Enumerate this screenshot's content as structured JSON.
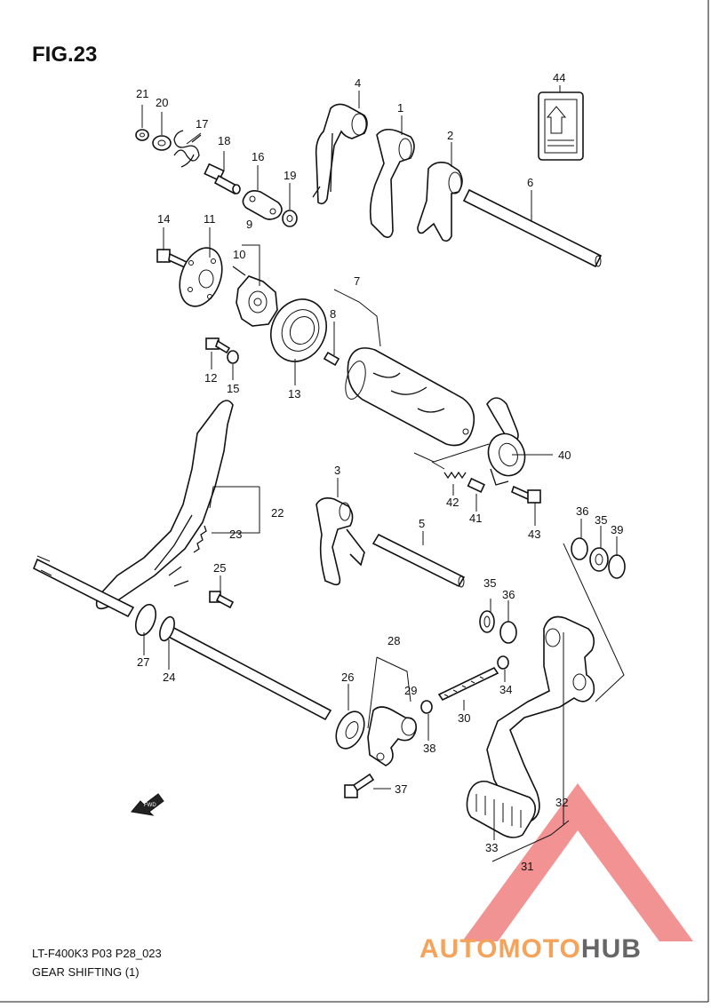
{
  "figure": {
    "title": "FIG.23"
  },
  "footer": {
    "code": "LT-F400K3 P03 P28_023",
    "caption": "GEAR SHIFTING (1)"
  },
  "watermark": {
    "part1": "AUTOMOTO",
    "part2": "HUB",
    "accent_color": "#f08080",
    "text_accent": "#f5a35a",
    "text_gray": "#666666"
  },
  "arrow_badge": {
    "text": "FWD"
  },
  "callouts": [
    "1",
    "2",
    "3",
    "4",
    "5",
    "6",
    "7",
    "8",
    "9",
    "10",
    "11",
    "12",
    "13",
    "14",
    "15",
    "16",
    "17",
    "18",
    "19",
    "20",
    "21",
    "22",
    "23",
    "24",
    "25",
    "26",
    "27",
    "28",
    "29",
    "30",
    "31",
    "32",
    "33",
    "34",
    "35",
    "36",
    "37",
    "38",
    "39",
    "40",
    "41",
    "42",
    "43",
    "44"
  ],
  "extra_callouts": [
    "35",
    "36"
  ]
}
